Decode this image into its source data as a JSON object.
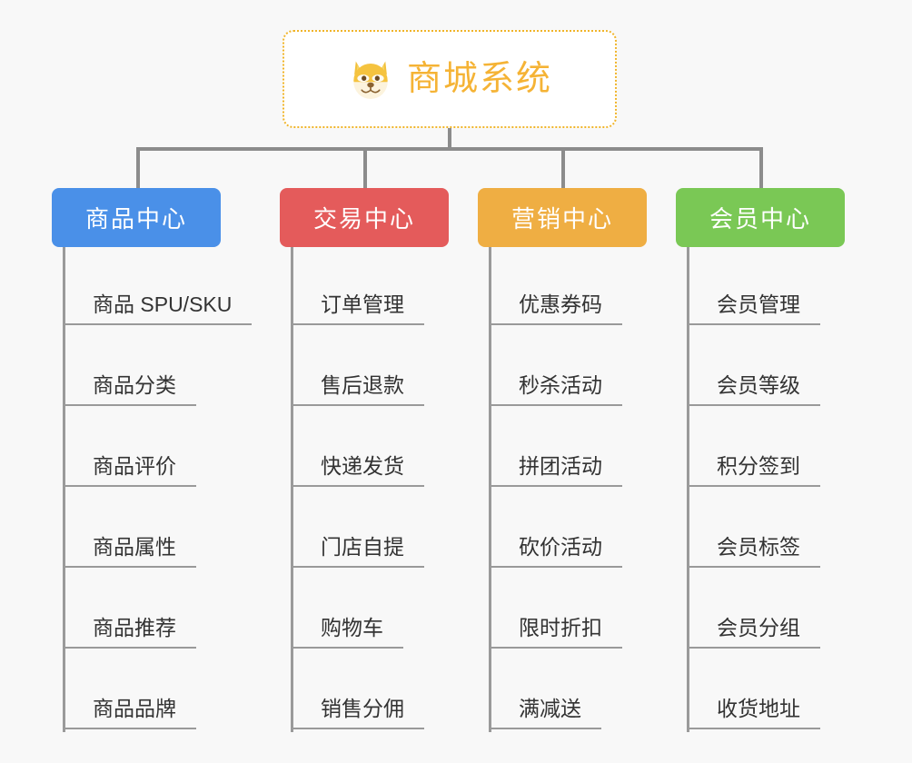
{
  "page": {
    "background_color": "#f8f8f8",
    "connector_color": "#8c8c8c",
    "leaf_line_color": "#9a9a9a",
    "leaf_text_color": "#333333"
  },
  "root": {
    "title": "商城系统",
    "icon": "shiba-dog-face-icon",
    "border_color": "#f0b429",
    "text_color": "#f5b335",
    "background_color": "#ffffff"
  },
  "columns": [
    {
      "id": "product-center",
      "title": "商品中心",
      "color": "#4a90e8",
      "width": 186,
      "items": [
        {
          "label": "商品 SPU/SKU"
        },
        {
          "label": "商品分类"
        },
        {
          "label": "商品评价"
        },
        {
          "label": "商品属性"
        },
        {
          "label": "商品推荐"
        },
        {
          "label": "商品品牌"
        }
      ]
    },
    {
      "id": "trade-center",
      "title": "交易中心",
      "color": "#e45b5b",
      "width": 186,
      "items": [
        {
          "label": "订单管理"
        },
        {
          "label": "售后退款"
        },
        {
          "label": "快递发货"
        },
        {
          "label": "门店自提"
        },
        {
          "label": "购物车"
        },
        {
          "label": "销售分佣"
        }
      ]
    },
    {
      "id": "marketing-center",
      "title": "营销中心",
      "color": "#efae43",
      "width": 186,
      "items": [
        {
          "label": "优惠券码"
        },
        {
          "label": "秒杀活动"
        },
        {
          "label": "拼团活动"
        },
        {
          "label": "砍价活动"
        },
        {
          "label": "限时折扣"
        },
        {
          "label": "满减送"
        }
      ]
    },
    {
      "id": "member-center",
      "title": "会员中心",
      "color": "#7ac855",
      "width": 186,
      "items": [
        {
          "label": "会员管理"
        },
        {
          "label": "会员等级"
        },
        {
          "label": "积分签到"
        },
        {
          "label": "会员标签"
        },
        {
          "label": "会员分组"
        },
        {
          "label": "收货地址"
        }
      ]
    }
  ]
}
